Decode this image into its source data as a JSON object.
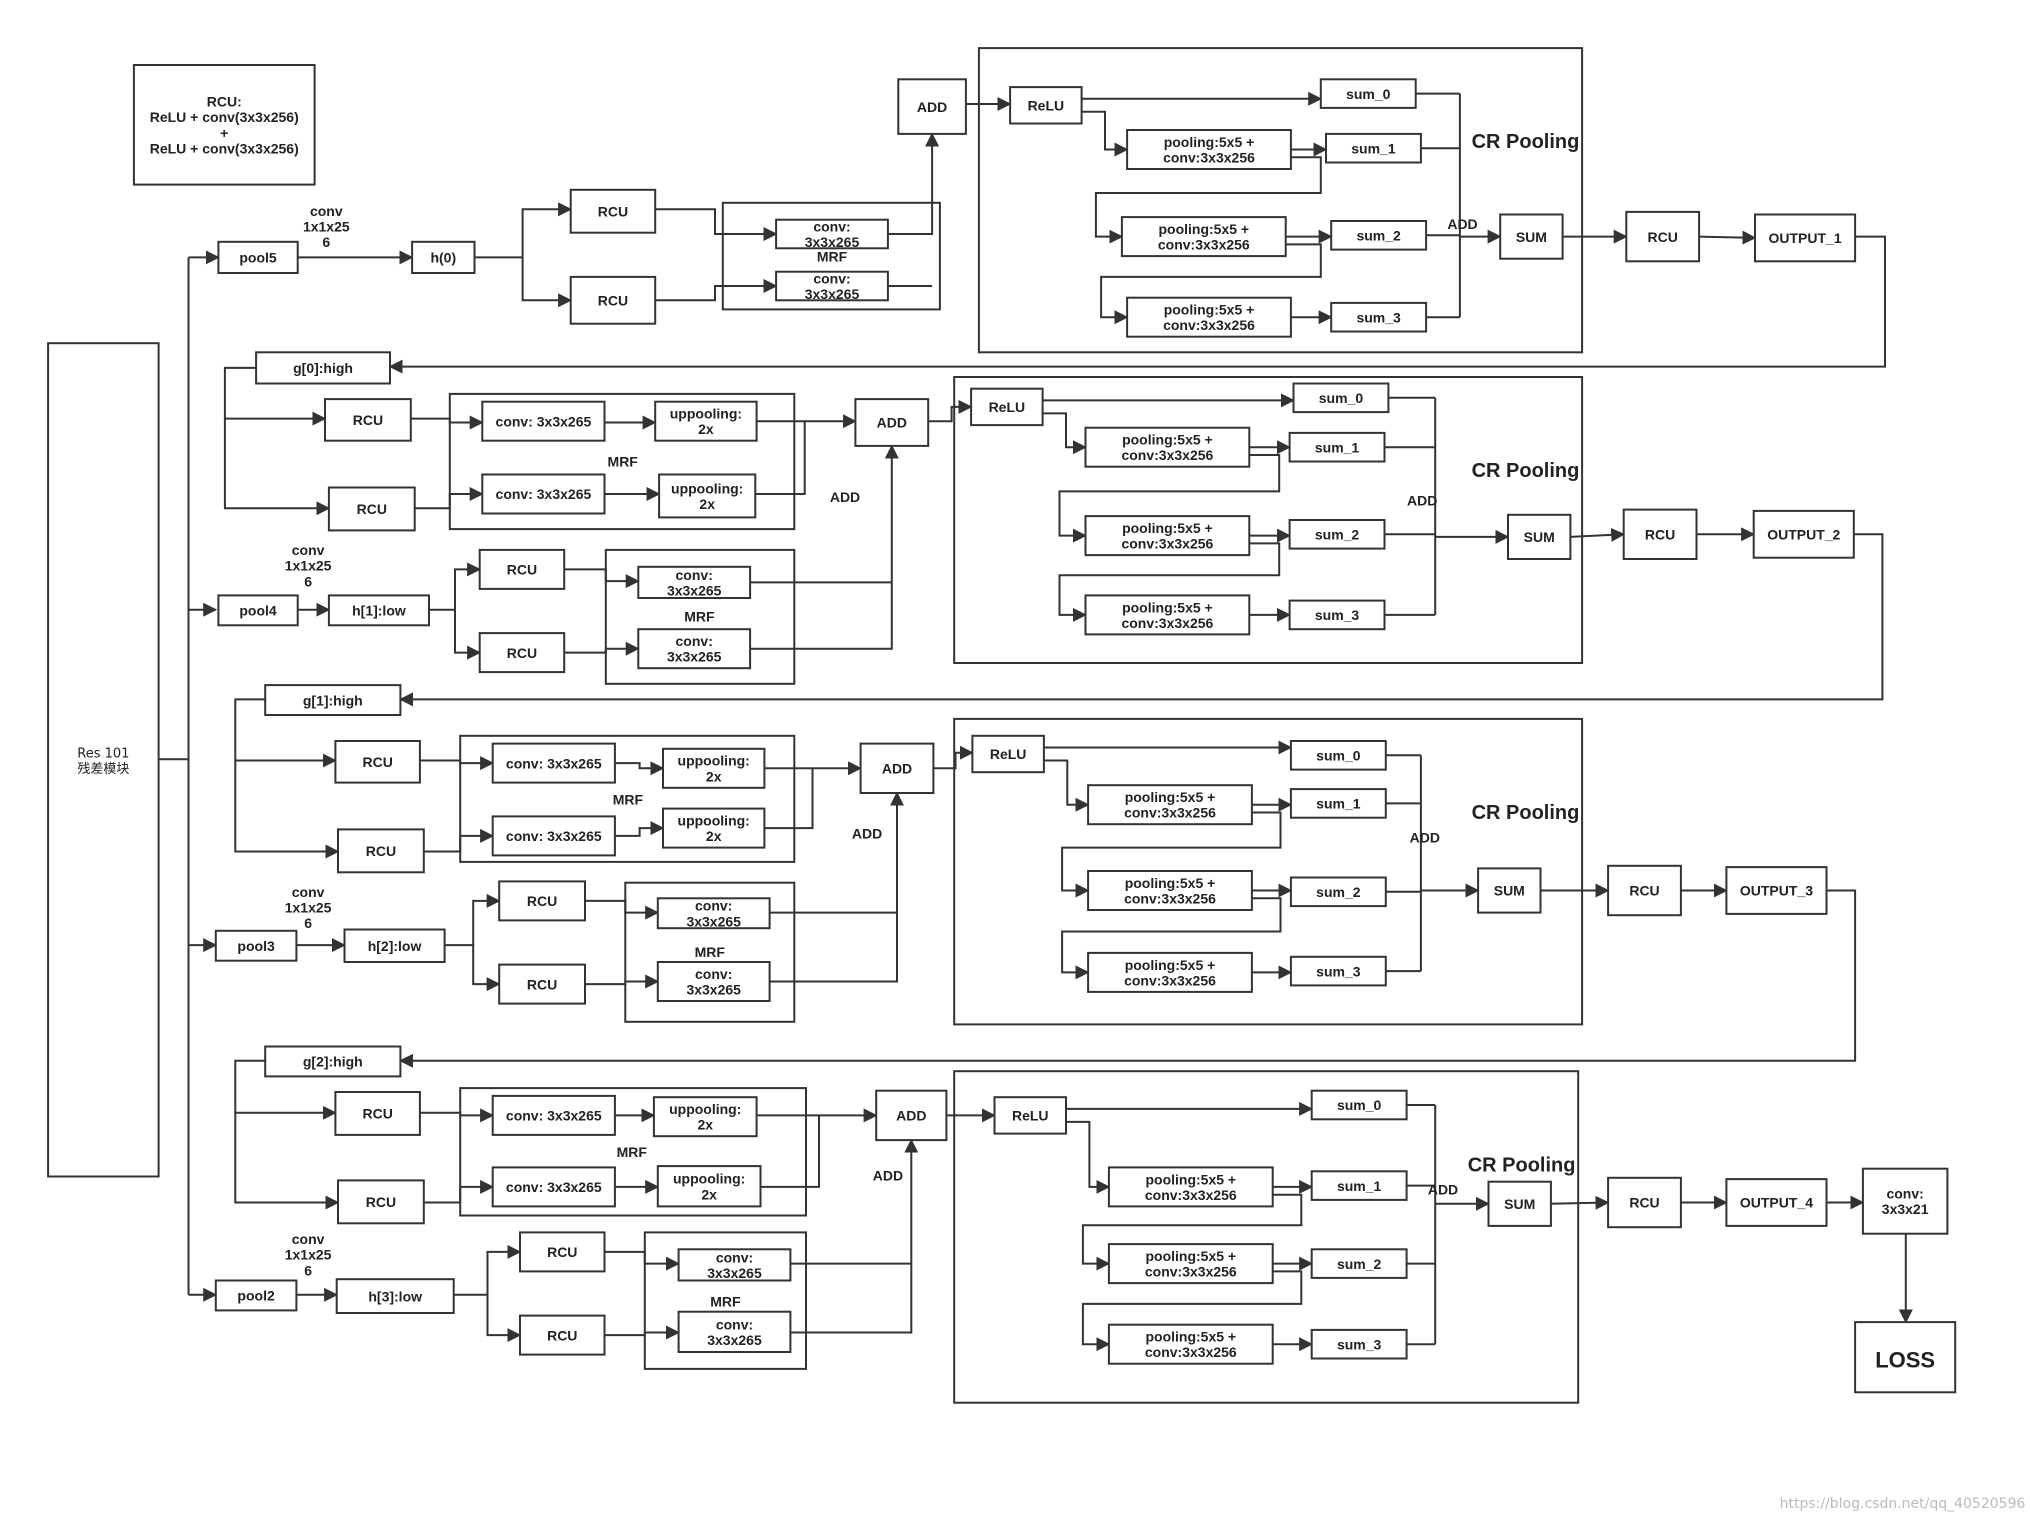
{
  "legend": {
    "line1": "RCU:",
    "line2": "ReLU + conv(3x3x256)",
    "line3": "+",
    "line4": "ReLU + conv(3x3x256)"
  },
  "backbone": {
    "line1": "Res 101",
    "line2": "残差模块"
  },
  "conv_label": {
    "l1": "conv",
    "l2": "1x1x25",
    "l3": "6"
  },
  "pools": [
    "pool5",
    "pool4",
    "pool3",
    "pool2"
  ],
  "h_nodes": [
    "h(0)",
    "h[1]:low",
    "h[2]:low",
    "h[3]:low"
  ],
  "g_nodes": [
    "g[0]:high",
    "g[1]:high",
    "g[2]:high"
  ],
  "rcu": "RCU",
  "mrf": "MRF",
  "add": "ADD",
  "relu": "ReLU",
  "sum": "SUM",
  "cr_pooling": "CR Pooling",
  "sums": [
    "sum_0",
    "sum_1",
    "sum_2",
    "sum_3"
  ],
  "conv_3x3x265": "conv: 3x3x265",
  "conv_split": {
    "l1": "conv:",
    "l2": "3x3x265"
  },
  "uppool": {
    "l1": "uppooling:",
    "l2": "2x"
  },
  "poolconv": {
    "l1": "pooling:5x5 +",
    "l2": "conv:3x3x256"
  },
  "outputs": [
    "OUTPUT_1",
    "OUTPUT_2",
    "OUTPUT_3",
    "OUTPUT_4"
  ],
  "final_conv": {
    "l1": "conv:",
    "l2": "3x3x21"
  },
  "loss": "LOSS",
  "watermark": "https://blog.csdn.net/qq_40520596"
}
